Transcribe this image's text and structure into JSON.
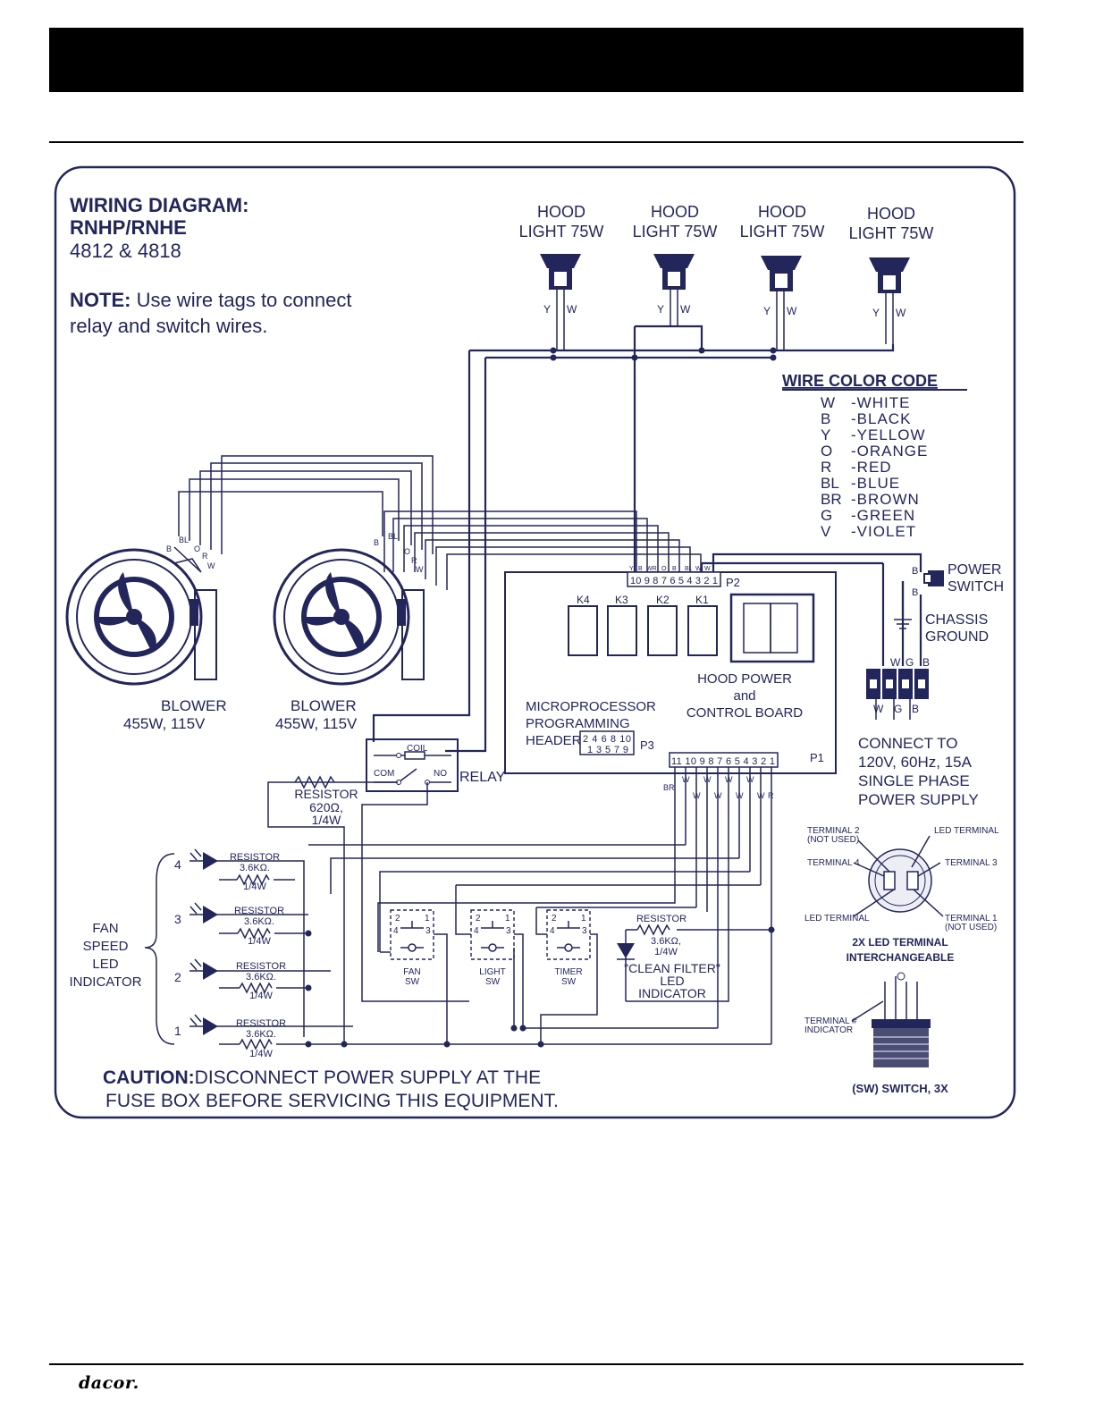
{
  "diagram": {
    "title": "WIRING DIAGRAM:",
    "models": "RNHP/RNHE",
    "sizes": "4812 & 4818",
    "note_label": "NOTE:",
    "note_line1": " Use wire tags to connect",
    "note_line2": "relay and switch wires.",
    "caution_label": "CAUTION:",
    "caution_line1": "DISCONNECT POWER SUPPLY AT THE",
    "caution_line2": "FUSE BOX BEFORE SERVICING THIS EQUIPMENT."
  },
  "hood_lights": [
    {
      "line1": "HOOD",
      "line2": "LIGHT  75W",
      "wire_y": "Y",
      "wire_w": "W"
    },
    {
      "line1": "HOOD",
      "line2": "LIGHT  75W",
      "wire_y": "Y",
      "wire_w": "W"
    },
    {
      "line1": "HOOD",
      "line2": "LIGHT 75W",
      "wire_y": "Y",
      "wire_w": "W"
    },
    {
      "line1": "HOOD",
      "line2": "LIGHT 75W",
      "wire_y": "Y",
      "wire_w": "W"
    }
  ],
  "wire_color_code": {
    "title": "WIRE COLOR CODE",
    "entries": [
      {
        "code": "W",
        "name": "-WHITE"
      },
      {
        "code": "B",
        "name": "-BLACK"
      },
      {
        "code": "Y",
        "name": "-YELLOW"
      },
      {
        "code": "O",
        "name": "-ORANGE"
      },
      {
        "code": "R",
        "name": "-RED"
      },
      {
        "code": "BL",
        "name": "-BLUE"
      },
      {
        "code": "BR",
        "name": "-BROWN"
      },
      {
        "code": "G",
        "name": "-GREEN"
      },
      {
        "code": "V",
        "name": "-VIOLET"
      }
    ]
  },
  "blowers": [
    {
      "line1": "BLOWER",
      "line2": "455W, 115V"
    },
    {
      "line1": "BLOWER",
      "line2": "455W, 115V"
    }
  ],
  "blower_wire_labels": [
    "B",
    "BL",
    "O",
    "R",
    "W"
  ],
  "board": {
    "relays": [
      "K4",
      "K3",
      "K2",
      "K1"
    ],
    "p2_pins": "10 9 8 7 6 5 4 3 2 1",
    "p2_label": "P2",
    "p2_wire_labels": [
      "Y",
      "B",
      "WR",
      "O",
      "B",
      "BL",
      "W",
      "W"
    ],
    "p1_pins": "11 10 9 8 7 6 5 4 3 2 1",
    "p1_label": "P1",
    "p3_label": "P3",
    "p3_row1": "2 4 6 8 10",
    "p3_row2": "1 3 5 7 9",
    "micro_line1": "MICROPROCESSOR",
    "micro_line2": "PROGRAMMING",
    "micro_line3": "HEADER",
    "board_line1": "HOOD POWER",
    "board_line2": "and",
    "board_line3": "CONTROL BOARD",
    "p1_wire_labels": [
      "BR",
      "W",
      "W",
      "W",
      "W",
      "W",
      "W",
      "W",
      "W",
      "R"
    ]
  },
  "relay": {
    "label": "RELAY",
    "coil": "COIL",
    "com": "COM",
    "no": "NO"
  },
  "resistor_620": {
    "line1": "RESISTOR",
    "line2": "620Ω,",
    "line3": "1/4W"
  },
  "power": {
    "switch_line1": "POWER",
    "switch_line2": "SWITCH",
    "ground_line1": "CHASSIS",
    "ground_line2": "GROUND",
    "terminal_labels": [
      "W",
      "G",
      "B"
    ],
    "switch_wire": "B",
    "connect_line1": "CONNECT TO",
    "connect_line2": "120V, 60Hz, 15A",
    "connect_line3": "SINGLE PHASE",
    "connect_line4": "POWER SUPPLY"
  },
  "fan_led": {
    "label_line1": "FAN",
    "label_line2": "SPEED",
    "label_line3": "LED",
    "label_line4": "INDICATOR",
    "leds": [
      {
        "num": "4",
        "r1": "RESISTOR",
        "r2": "3.6KΩ.",
        "r3": "1/4W"
      },
      {
        "num": "3",
        "r1": "RESISTOR",
        "r2": "3.6KΩ.",
        "r3": "1/4W"
      },
      {
        "num": "2",
        "r1": "RESISTOR",
        "r2": "3.6KΩ.",
        "r3": "1/4W"
      },
      {
        "num": "1",
        "r1": "RESISTOR",
        "r2": "3.6KΩ.",
        "r3": "1/4W"
      }
    ]
  },
  "switches": [
    {
      "line1": "FAN",
      "line2": "SW"
    },
    {
      "line1": "LIGHT",
      "line2": "SW"
    },
    {
      "line1": "TIMER",
      "line2": "SW"
    }
  ],
  "switch_pins": {
    "a": "2",
    "b": "1",
    "c": "4",
    "d": "3"
  },
  "clean_filter": {
    "r1": "RESISTOR",
    "r2": "3.6KΩ,",
    "r3": "1/4W",
    "line1": "\"CLEAN FILTER\"",
    "line2": "LED",
    "line3": "INDICATOR"
  },
  "terminal_detail": {
    "t2": "TERMINAL 2",
    "t2_note": "(NOT USED)",
    "led_top": "LED TERMINAL",
    "t4": "TERMINAL 4",
    "t3": "TERMINAL 3",
    "led_bottom": "LED TERMINAL",
    "t1": "TERMINAL 1",
    "t1_note": "(NOT USED)",
    "caption1": "2X LED TERMINAL",
    "caption2": "INTERCHANGEABLE",
    "indicator1": "TERMINAL #",
    "indicator2": "INDICATOR",
    "switch_caption": "(SW) SWITCH, 3X"
  },
  "footer": {
    "logo": "dacor."
  }
}
